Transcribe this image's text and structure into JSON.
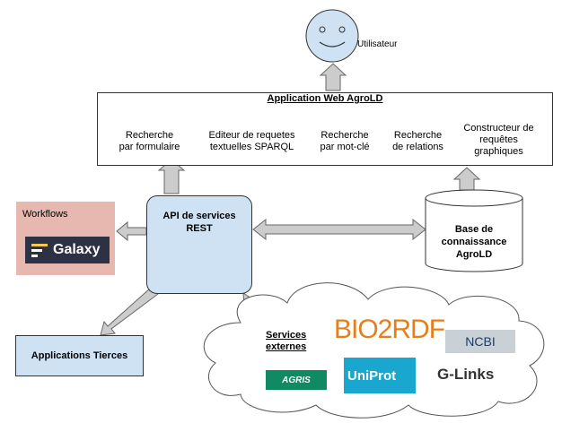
{
  "user": {
    "label": "Utilisateur",
    "icon": "smiley-face-icon"
  },
  "app_web": {
    "title": "Application Web AgroLD",
    "modules": [
      {
        "label_lines": [
          "Recherche",
          "par formulaire"
        ]
      },
      {
        "label_lines": [
          "Editeur de requetes",
          "textuelles SPARQL"
        ]
      },
      {
        "label_lines": [
          "Recherche",
          "par mot-clé"
        ]
      },
      {
        "label_lines": [
          "Recherche",
          "de relations"
        ]
      },
      {
        "label_lines": [
          "Constructeur de",
          "requêtes",
          "graphiques"
        ]
      }
    ]
  },
  "workflows": {
    "label": "Workflows",
    "galaxy_label": "Galaxy"
  },
  "api": {
    "lines": [
      "API de services",
      "REST"
    ]
  },
  "knowledge_base": {
    "lines": [
      "Base de",
      "connaissance",
      "AgroLD"
    ]
  },
  "applications": {
    "label": "Applications Tierces"
  },
  "external": {
    "lines": [
      "Services",
      "externes"
    ],
    "bio2rdf": "BIO2RDF",
    "ncbi": "NCBI",
    "agris": "AGRIS",
    "uniprot": "UniProt",
    "glinks": "G-Links"
  },
  "colors": {
    "module_fill": "#d9ead3",
    "api_fill": "#cfe2f3",
    "workflows_fill": "#e6b8b0",
    "user_face": "#cfe2f3",
    "arrow_fill": "#cccccc"
  }
}
